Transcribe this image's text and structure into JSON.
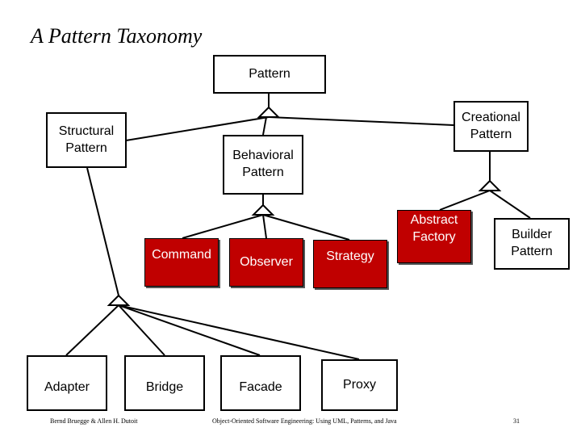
{
  "title": "A Pattern Taxonomy",
  "nodes": {
    "pattern": "Pattern",
    "structural": "Structural\nPattern",
    "creational": "Creational\nPattern",
    "behavioral": "Behavioral\nPattern",
    "command": "Command",
    "observer": "Observer",
    "strategy": "Strategy",
    "abstract_factory": "Abstract\nFactory",
    "builder": "Builder\nPattern",
    "adapter": "Adapter",
    "bridge": "Bridge",
    "facade": "Facade",
    "proxy": "Proxy"
  },
  "footer": {
    "authors": "Bernd Bruegge & Allen H. Dutoit",
    "book": "Object-Oriented Software Engineering: Using UML, Patterns, and Java",
    "page": "31"
  },
  "colors": {
    "highlight": "#c00000",
    "line": "#000000"
  }
}
